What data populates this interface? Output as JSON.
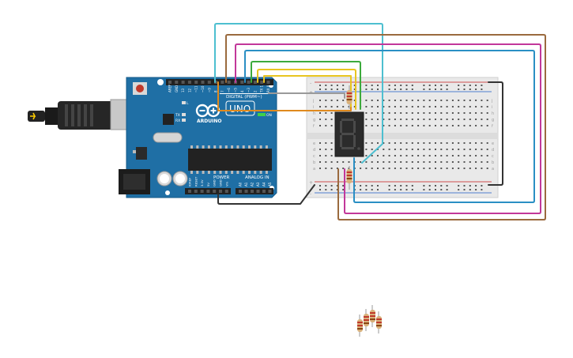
{
  "arduino": {
    "logo_text": "ARDUINO",
    "model_text": "UNO",
    "digital_label": "DIGITAL (PWM~)",
    "power_label": "POWER",
    "analog_label": "ANALOG IN",
    "on_label": "ON",
    "l_label": "L",
    "tx_label": "TX",
    "rx_label": "RX",
    "digital_pins": [
      "AREF",
      "GND",
      "13",
      "12",
      "~11",
      "~10",
      "~9",
      "8",
      "7",
      "~6",
      "~5",
      "4",
      "~3",
      "2",
      "TX 1",
      "RX 0"
    ],
    "power_pins": [
      "IOREF",
      "RESET",
      "3.3V",
      "5V",
      "GND",
      "GND",
      "Vin"
    ],
    "analog_pins": [
      "A0",
      "A1",
      "A2",
      "A3",
      "A4",
      "A5"
    ]
  },
  "breadboard": {
    "row_letters_top": [
      "j",
      "i",
      "h",
      "g",
      "f"
    ],
    "row_letters_bottom": [
      "e",
      "d",
      "c",
      "b",
      "a"
    ],
    "rail_plus": "+",
    "rail_minus": "-",
    "column_count": 30
  },
  "display": {
    "digit": "8"
  },
  "colors": {
    "board": "#1f6fa5",
    "wire_cyan": "#4dbfd0",
    "wire_brown": "#9a6a3e",
    "wire_magenta": "#c2379a",
    "wire_blue": "#2a8fc4",
    "wire_green": "#3caa3c",
    "wire_yellow": "#e8c520",
    "wire_orange": "#e08a1e",
    "wire_gray": "#9a9a9a",
    "wire_black": "#333333"
  }
}
